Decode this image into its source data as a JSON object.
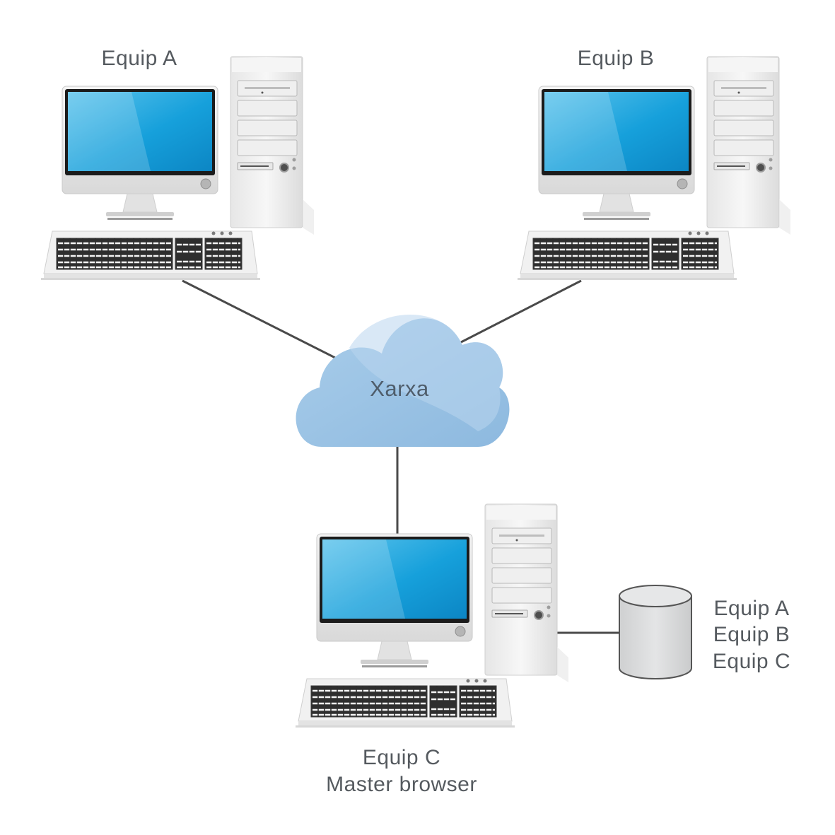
{
  "network": {
    "cloud_label": "Xarxa"
  },
  "computers": {
    "a": {
      "label": "Equip A"
    },
    "b": {
      "label": "Equip B"
    },
    "c": {
      "label": "Equip C",
      "role": "Master browser"
    }
  },
  "browse_list": {
    "entries": [
      "Equip A",
      "Equip B",
      "Equip C"
    ]
  },
  "colors": {
    "screen": "#1aa3dc",
    "cloud": "#9cc3e4",
    "line": "#4a4a4a",
    "text": "#555a5f"
  }
}
